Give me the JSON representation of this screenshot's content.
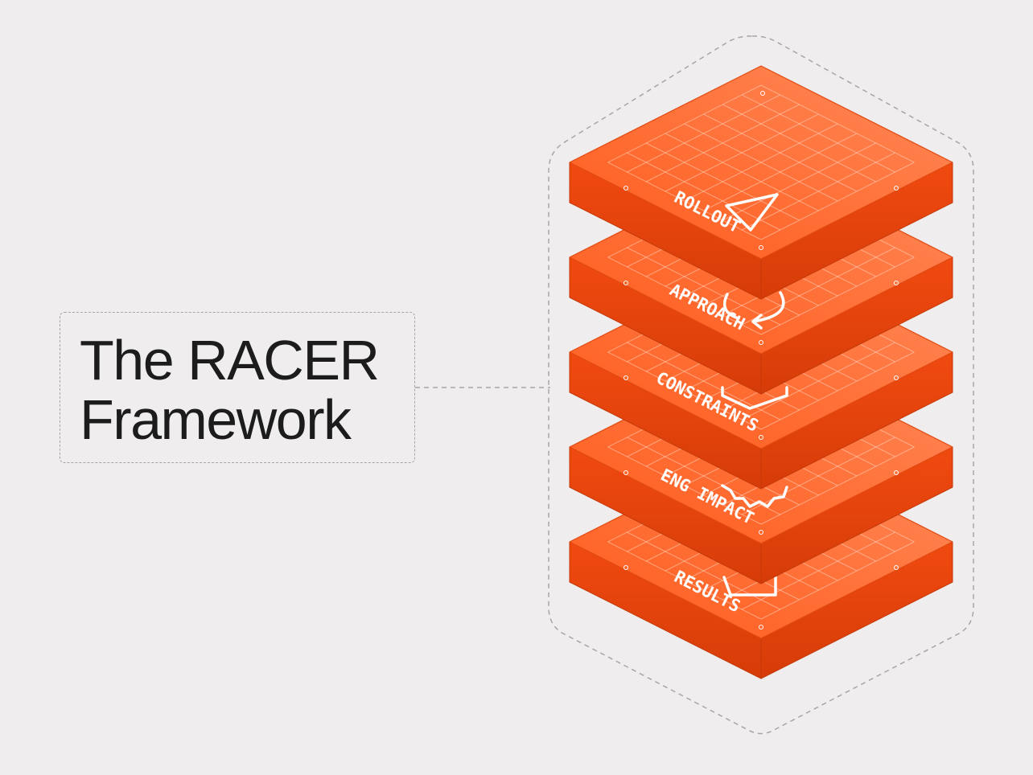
{
  "title": {
    "line1": "The RACER",
    "line2": "Framework"
  },
  "colors": {
    "background": "#efeded",
    "layer_top_light": "#ff8a5a",
    "layer_top_dark": "#ff5a1a",
    "layer_side": "#f04a10",
    "layer_side_dark": "#d63c08",
    "grid_line": "#ffd3bf",
    "dashed_outline": "#a8a6a4"
  },
  "layers": [
    {
      "label": "ROLLOUT",
      "icon": "triangle-icon"
    },
    {
      "label": "APPROACH",
      "icon": "refresh-arrow-icon"
    },
    {
      "label": "CONSTRAINTS",
      "icon": "bracket-icon"
    },
    {
      "label": "ENG IMPACT",
      "icon": "gear-icon"
    },
    {
      "label": "RESULTS",
      "icon": "chart-icon"
    }
  ]
}
